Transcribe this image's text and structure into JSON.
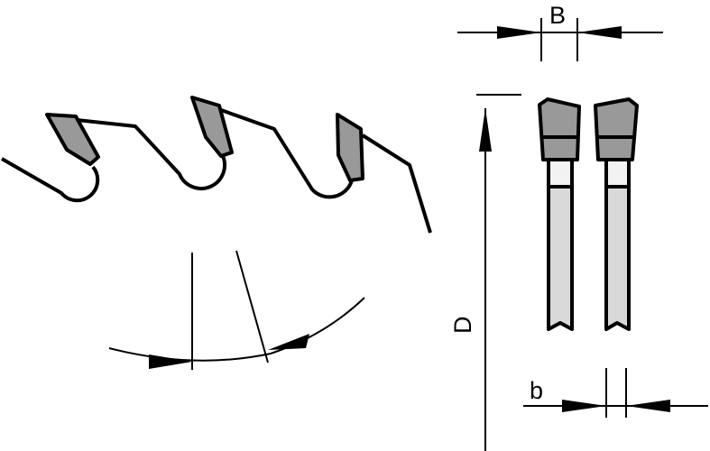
{
  "labels": {
    "kerf_width": "B",
    "diameter": "D",
    "blade_thickness": "b"
  },
  "colors": {
    "tooth_tip": "#999999",
    "blade_body": "#d9d9d9",
    "blade_neck": "#f2f2f2",
    "line": "#000000"
  }
}
